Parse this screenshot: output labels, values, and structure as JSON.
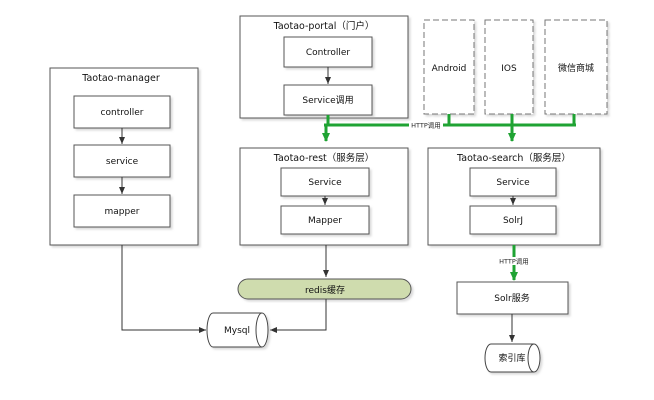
{
  "manager": {
    "title": "Taotao-manager",
    "controller": "controller",
    "service": "service",
    "mapper": "mapper"
  },
  "portal": {
    "title": "Taotao-portal（门户）",
    "controller": "Controller",
    "service_call": "Service调用"
  },
  "clients": {
    "android": "Android",
    "ios": "IOS",
    "wechat": "微信商城"
  },
  "rest": {
    "title": "Taotao-rest（服务层）",
    "service": "Service",
    "mapper": "Mapper"
  },
  "search": {
    "title": "Taotao-search（服务层）",
    "service": "Service",
    "solrj": "SolrJ"
  },
  "http_call_top": "HTTP调用",
  "http_call_search": "HTTP调用",
  "redis": "redis缓存",
  "mysql": "Mysql",
  "solr": "Solr服务",
  "index": "索引库",
  "colors": {
    "green": "#1fa333",
    "redis_fill": "#cfdcae",
    "line": "#333333"
  }
}
